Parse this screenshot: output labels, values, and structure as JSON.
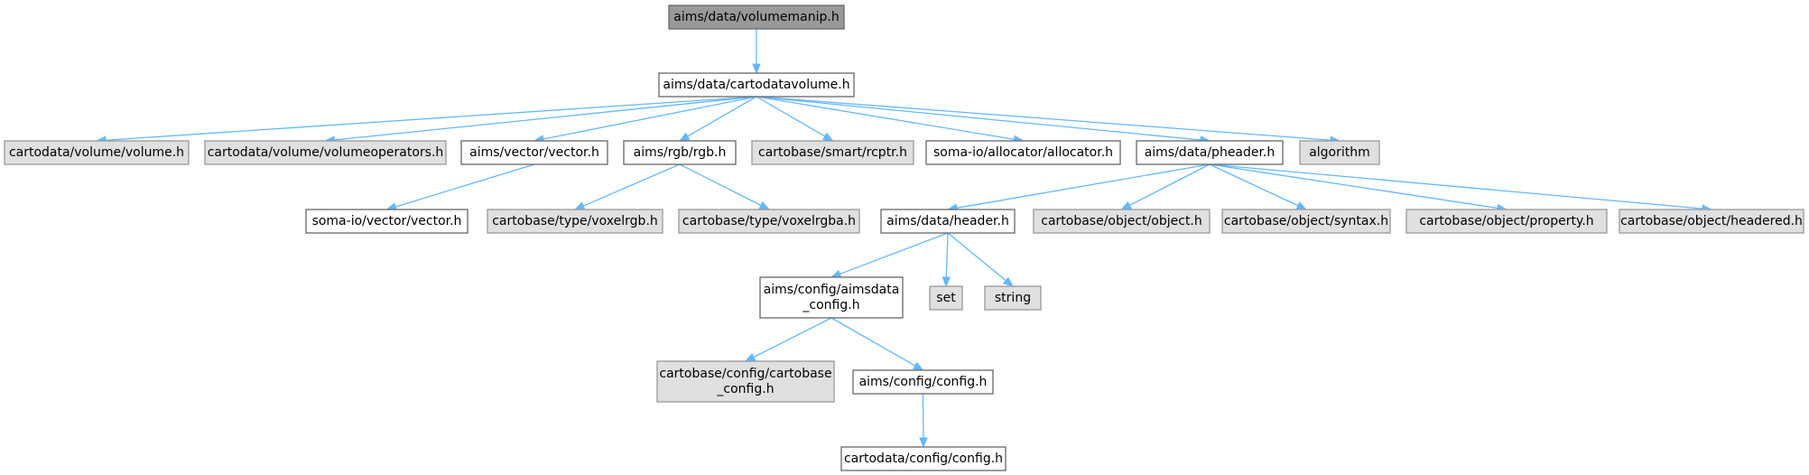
{
  "colors": {
    "focus_fill": "#999999",
    "focus_stroke": "#666666",
    "documented_fill": "#ffffff",
    "documented_stroke": "#666666",
    "external_fill": "#e0e0e0",
    "external_stroke": "#999999",
    "edge": "#63b8ff"
  },
  "nodes": [
    {
      "id": "volumemanip",
      "lines": [
        "aims/data/volumemanip.h"
      ],
      "kind": "focus"
    },
    {
      "id": "cartodatavolume",
      "lines": [
        "aims/data/cartodatavolume.h"
      ],
      "kind": "documented"
    },
    {
      "id": "volume",
      "lines": [
        "cartodata/volume/volume.h"
      ],
      "kind": "external"
    },
    {
      "id": "volumeoperators",
      "lines": [
        "cartodata/volume/volumeoperators.h"
      ],
      "kind": "external"
    },
    {
      "id": "aimsvector",
      "lines": [
        "aims/vector/vector.h"
      ],
      "kind": "documented"
    },
    {
      "id": "rgb",
      "lines": [
        "aims/rgb/rgb.h"
      ],
      "kind": "documented"
    },
    {
      "id": "rcptr",
      "lines": [
        "cartobase/smart/rcptr.h"
      ],
      "kind": "external"
    },
    {
      "id": "allocator",
      "lines": [
        "soma-io/allocator/allocator.h"
      ],
      "kind": "documented"
    },
    {
      "id": "pheader",
      "lines": [
        "aims/data/pheader.h"
      ],
      "kind": "documented"
    },
    {
      "id": "algorithm",
      "lines": [
        "algorithm"
      ],
      "kind": "external"
    },
    {
      "id": "somavector",
      "lines": [
        "soma-io/vector/vector.h"
      ],
      "kind": "documented"
    },
    {
      "id": "voxelrgb",
      "lines": [
        "cartobase/type/voxelrgb.h"
      ],
      "kind": "external"
    },
    {
      "id": "voxelrgba",
      "lines": [
        "cartobase/type/voxelrgba.h"
      ],
      "kind": "external"
    },
    {
      "id": "header",
      "lines": [
        "aims/data/header.h"
      ],
      "kind": "documented"
    },
    {
      "id": "object",
      "lines": [
        "cartobase/object/object.h"
      ],
      "kind": "external"
    },
    {
      "id": "syntax",
      "lines": [
        "cartobase/object/syntax.h"
      ],
      "kind": "external"
    },
    {
      "id": "property",
      "lines": [
        "cartobase/object/property.h"
      ],
      "kind": "external"
    },
    {
      "id": "headered",
      "lines": [
        "cartobase/object/headered.h"
      ],
      "kind": "external"
    },
    {
      "id": "aimsdata_config",
      "lines": [
        "aims/config/aimsdata",
        "_config.h"
      ],
      "kind": "documented"
    },
    {
      "id": "set",
      "lines": [
        "set"
      ],
      "kind": "external"
    },
    {
      "id": "string",
      "lines": [
        "string"
      ],
      "kind": "external"
    },
    {
      "id": "cartobase_config",
      "lines": [
        "cartobase/config/cartobase",
        "_config.h"
      ],
      "kind": "external"
    },
    {
      "id": "aimsconfig",
      "lines": [
        "aims/config/config.h"
      ],
      "kind": "documented"
    },
    {
      "id": "cartodataconfig",
      "lines": [
        "cartodata/config/config.h"
      ],
      "kind": "documented"
    }
  ],
  "edges": [
    {
      "from": "volumemanip",
      "to": "cartodatavolume"
    },
    {
      "from": "cartodatavolume",
      "to": "volume"
    },
    {
      "from": "cartodatavolume",
      "to": "volumeoperators"
    },
    {
      "from": "cartodatavolume",
      "to": "aimsvector"
    },
    {
      "from": "cartodatavolume",
      "to": "rgb"
    },
    {
      "from": "cartodatavolume",
      "to": "rcptr"
    },
    {
      "from": "cartodatavolume",
      "to": "allocator"
    },
    {
      "from": "cartodatavolume",
      "to": "pheader"
    },
    {
      "from": "cartodatavolume",
      "to": "algorithm"
    },
    {
      "from": "aimsvector",
      "to": "somavector"
    },
    {
      "from": "rgb",
      "to": "voxelrgb"
    },
    {
      "from": "rgb",
      "to": "voxelrgba"
    },
    {
      "from": "pheader",
      "to": "header"
    },
    {
      "from": "pheader",
      "to": "object"
    },
    {
      "from": "pheader",
      "to": "syntax"
    },
    {
      "from": "pheader",
      "to": "property"
    },
    {
      "from": "pheader",
      "to": "headered"
    },
    {
      "from": "header",
      "to": "aimsdata_config"
    },
    {
      "from": "header",
      "to": "set"
    },
    {
      "from": "header",
      "to": "string"
    },
    {
      "from": "aimsdata_config",
      "to": "cartobase_config"
    },
    {
      "from": "aimsdata_config",
      "to": "aimsconfig"
    },
    {
      "from": "aimsconfig",
      "to": "cartodataconfig"
    }
  ]
}
